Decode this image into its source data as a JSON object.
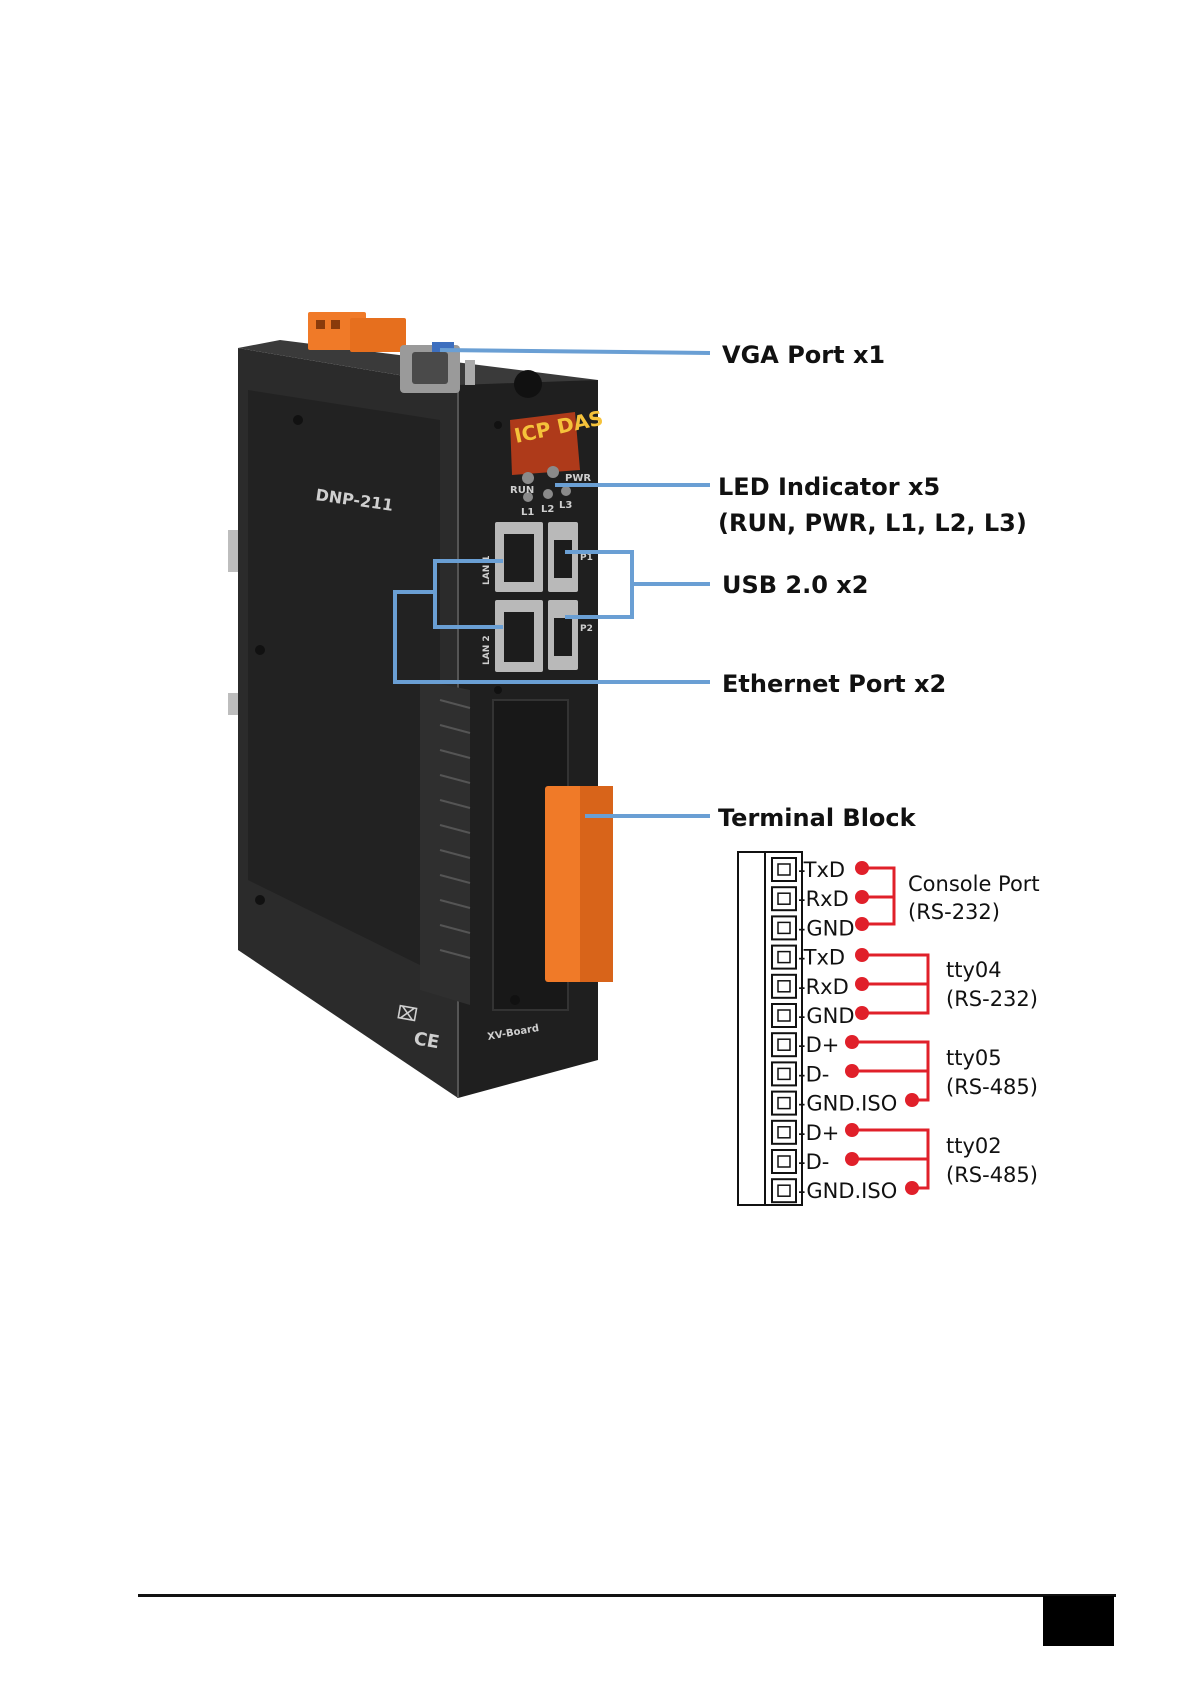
{
  "device": {
    "model": "DNP-211",
    "brand": "ICP DAS",
    "board_label": "XV-Board",
    "led_labels": [
      "RUN",
      "PWR",
      "L1",
      "L2",
      "L3"
    ],
    "port_labels": {
      "lan1": "LAN 1",
      "lan2": "LAN 2",
      "usb1": "P1",
      "usb2": "P2"
    }
  },
  "callouts": {
    "vga": "VGA Port x1",
    "led_line1": "LED Indicator x5",
    "led_line2": "(RUN, PWR, L1, L2, L3)",
    "usb": "USB 2.0 x2",
    "ethernet": "Ethernet Port x2",
    "terminal": "Terminal Block"
  },
  "terminal_pins": [
    "-TxD",
    "-RxD",
    "-GND",
    "-TxD",
    "-RxD",
    "-GND",
    "-D+",
    "-D-",
    "-GND.ISO",
    "-D+",
    "-D-",
    "-GND.ISO"
  ],
  "pin_groups": [
    {
      "name": "Console Port",
      "standard": "(RS-232)"
    },
    {
      "name": "tty04",
      "standard": "(RS-232)"
    },
    {
      "name": "tty05",
      "standard": "(RS-485)"
    },
    {
      "name": "tty02",
      "standard": "(RS-485)"
    }
  ],
  "colors": {
    "callout_line": "#6a9fd4",
    "wire": "#e0202a",
    "device_body": "#2a2a2a",
    "connector": "#f07a28"
  },
  "footer": {
    "page_number": ""
  }
}
